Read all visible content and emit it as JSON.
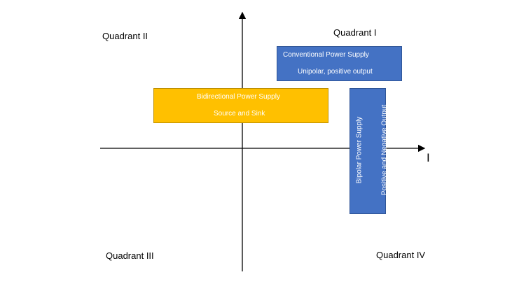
{
  "quadrants": {
    "q1": "Quadrant I",
    "q2": "Quadrant II",
    "q3": "Quadrant III",
    "q4": "Quadrant IV"
  },
  "axes": {
    "x_label": "I"
  },
  "boxes": {
    "conventional": {
      "title": "Conventional Power Supply",
      "subtitle": "Unipolar, positive output",
      "color": "#4472c4"
    },
    "bidirectional": {
      "title": "Bidirectional Power Supply",
      "subtitle": "Source and Sink",
      "color": "#ffc000"
    },
    "bipolar": {
      "title": "Bipolar Power Supply",
      "subtitle": "Positive and Negative Output",
      "color": "#4472c4"
    }
  }
}
